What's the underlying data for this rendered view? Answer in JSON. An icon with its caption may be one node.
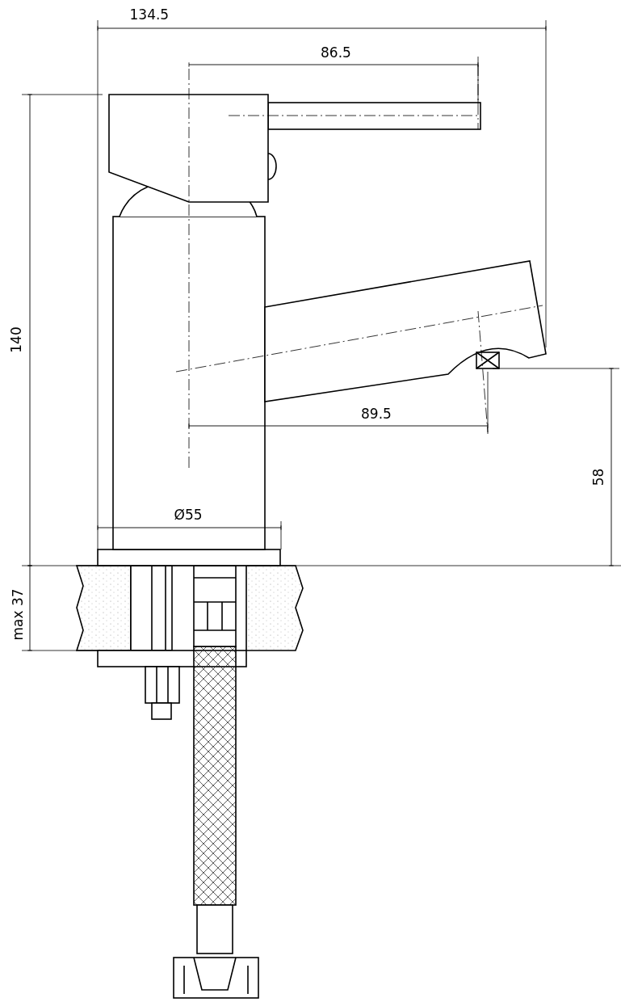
{
  "diagram": {
    "labels": [
      "134.5",
      "86.5",
      "140",
      "89.5",
      "58",
      "Ø55",
      "max 37"
    ]
  }
}
